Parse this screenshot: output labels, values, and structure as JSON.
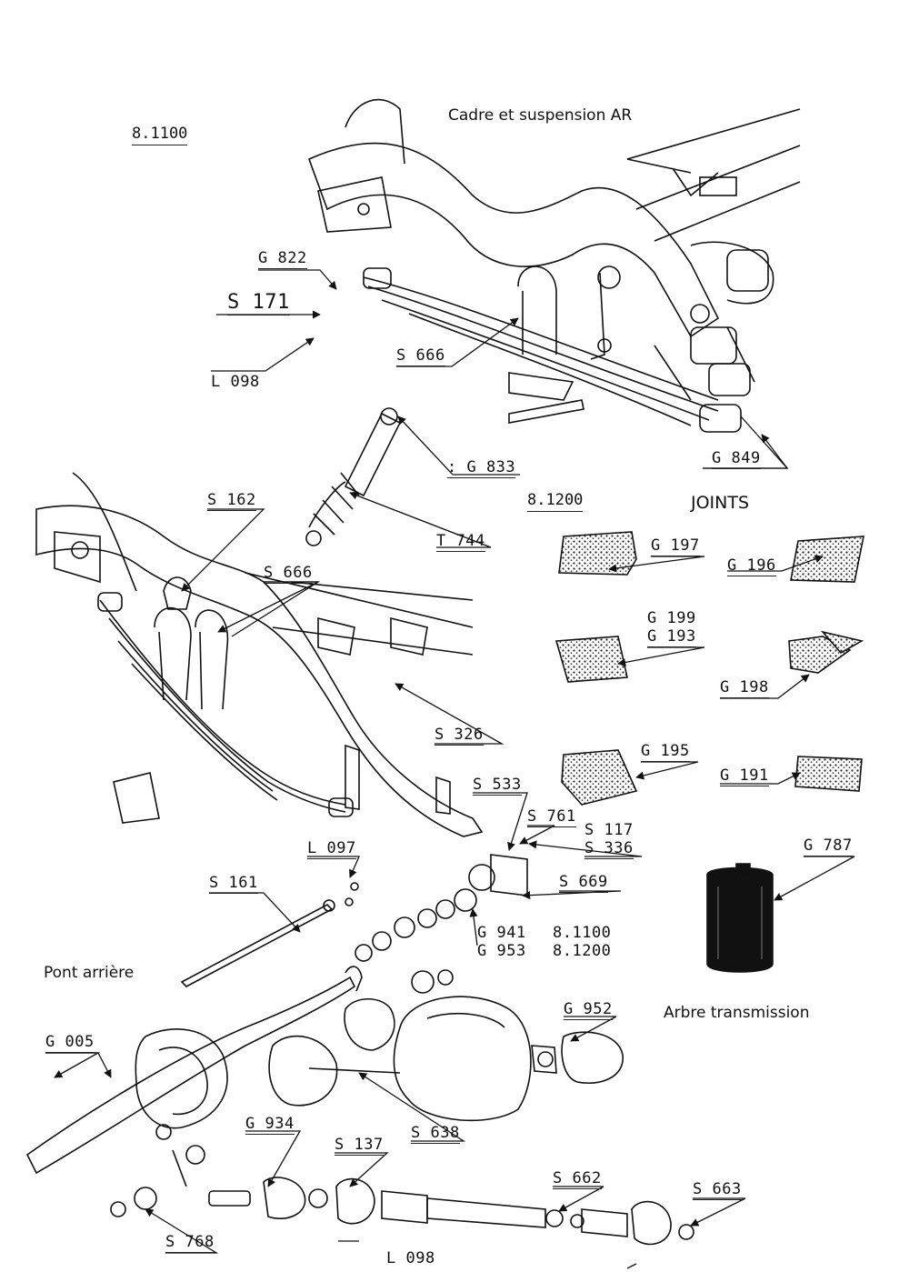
{
  "headings": {
    "cadre": "Cadre et suspension AR",
    "ref_8_1100": "8.1100",
    "ref_8_1200": "8.1200",
    "joints": "JOINTS",
    "pont_arriere": "Pont arrière",
    "arbre_transmission": "Arbre transmission"
  },
  "labels": {
    "g822": "G 822",
    "s171": "S 171",
    "l098_top": "L 098",
    "s666_top": "S 666",
    "g833": ": G 833",
    "g849": "G 849",
    "s162": "S 162",
    "t744": "T 744",
    "s666_mid": "S 666",
    "s326": "S 326",
    "s533": "S 533",
    "s761": "S 761",
    "s117": "S 117",
    "s336": "S 336",
    "l097": "L 097",
    "s161": "S 161",
    "s669": "S 669",
    "g941": "G 941",
    "g941_ref": "8.1100",
    "g953": "G 953",
    "g953_ref": "8.1200",
    "g197": "G 197",
    "g196": "G 196",
    "g199": "G 199",
    "g193": "G 193",
    "g198": "G 198",
    "g195": "G 195",
    "g191": "G 191",
    "g787": "G 787",
    "g005": "G 005",
    "g952": "G 952",
    "s638": "S 638",
    "g934": "G 934",
    "s137": "S 137",
    "s662": "S 662",
    "s663": "S 663",
    "s768": "S 768",
    "l098_bottom": "L 098"
  }
}
